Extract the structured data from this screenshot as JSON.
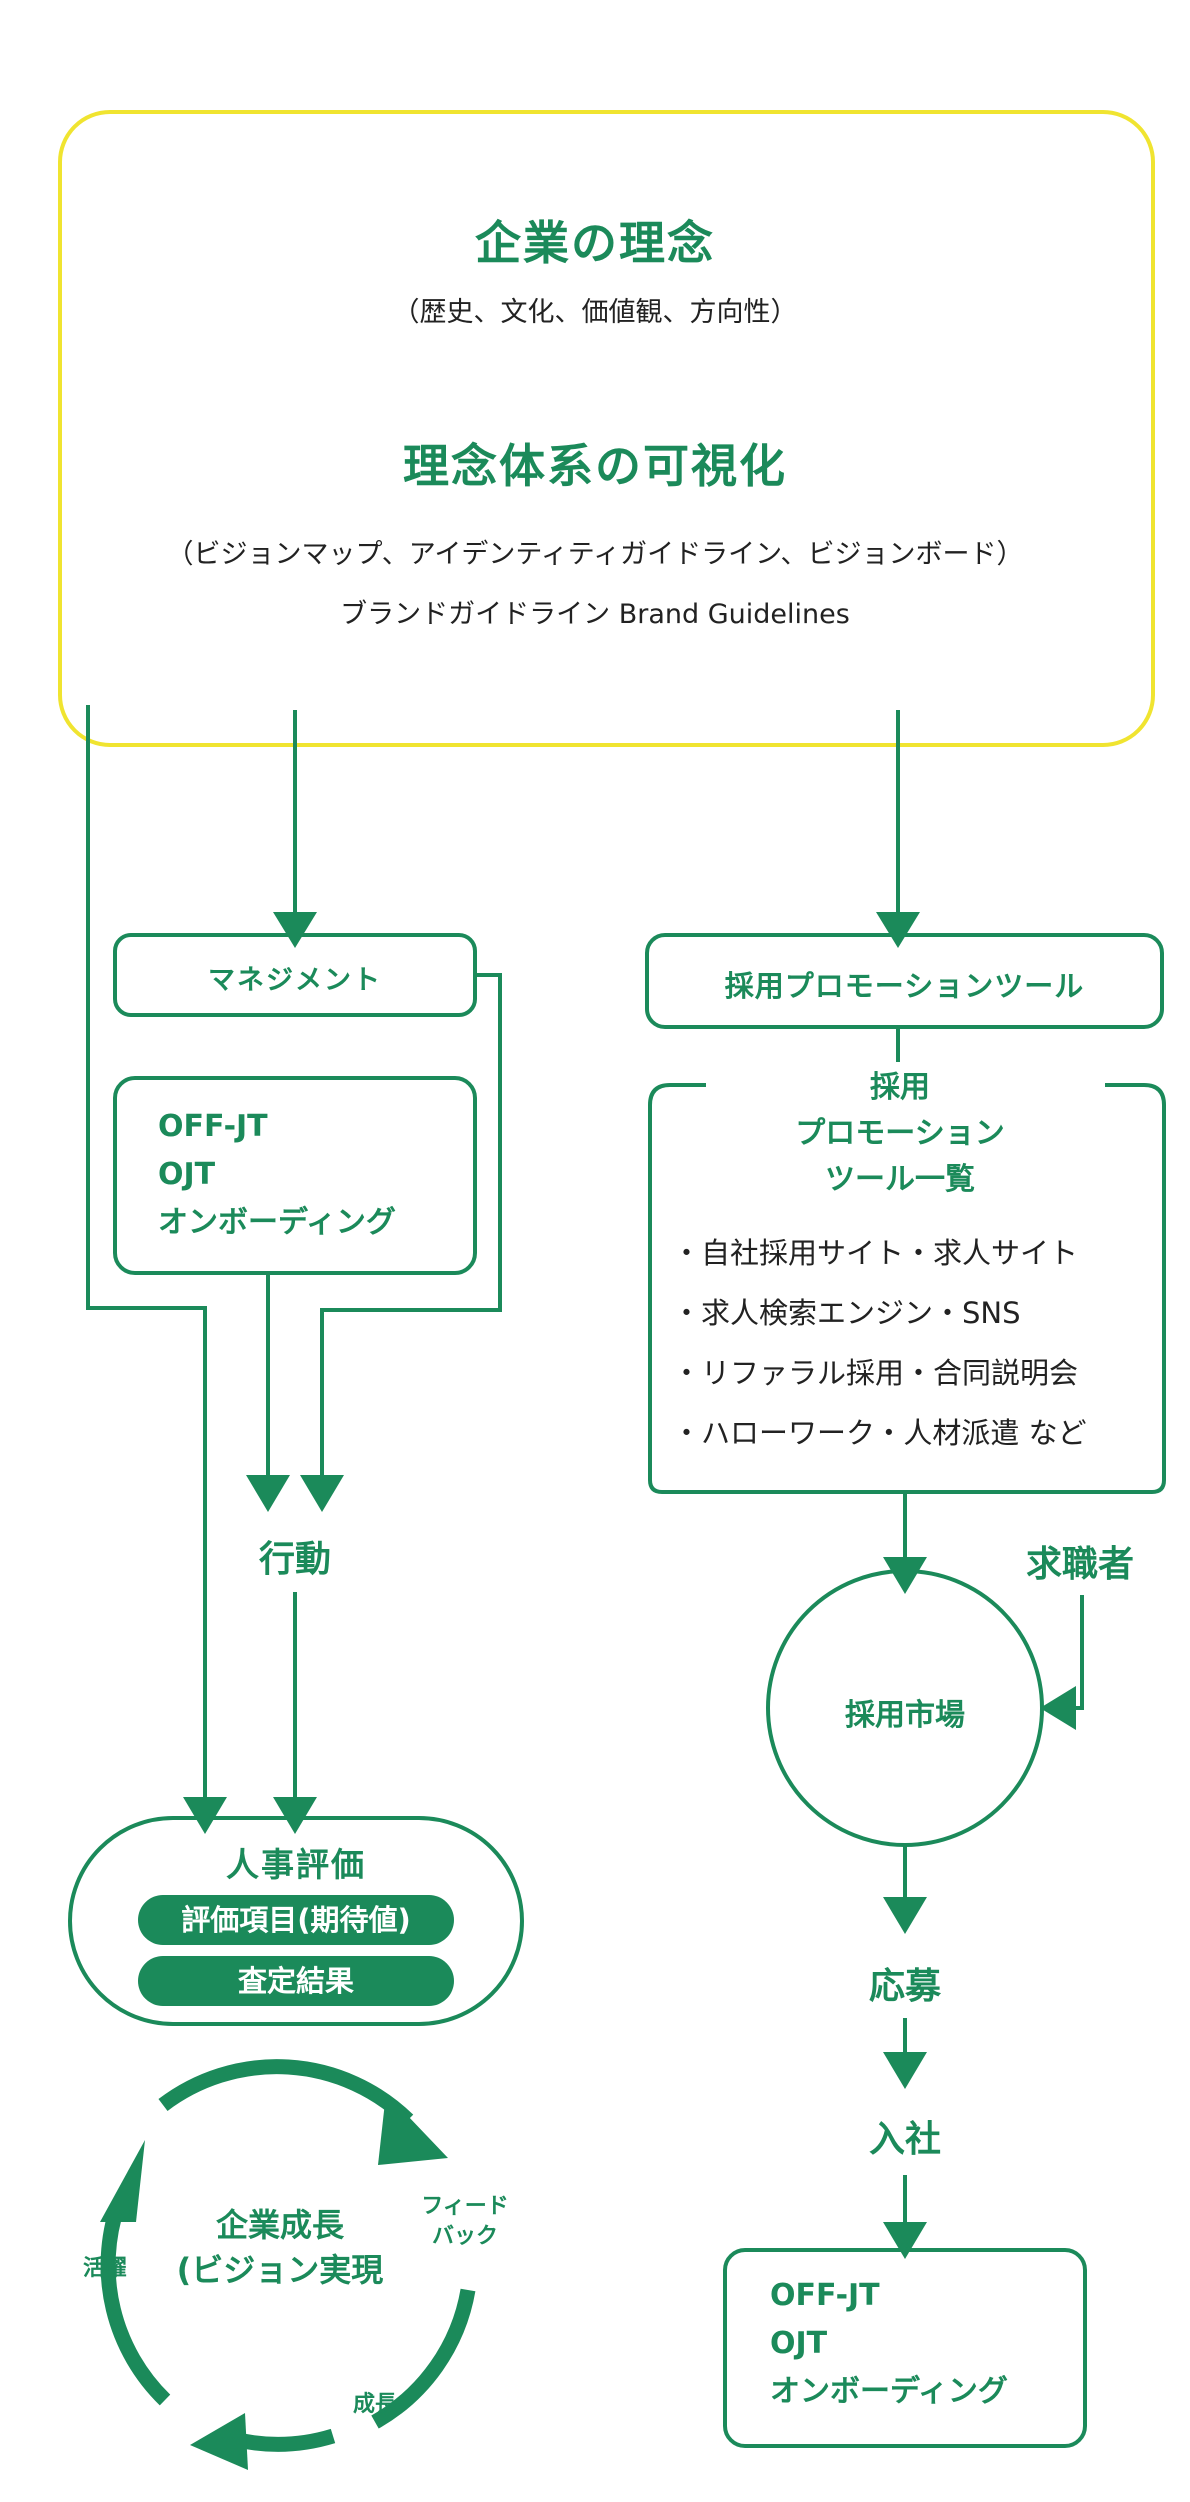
{
  "colors": {
    "accent": "#1b8a5a",
    "frame": "#f0e430"
  },
  "header": {
    "philosophy_title": "企業の理念",
    "philosophy_sub": "（歴史、文化、価値観、方向性）",
    "visual_title": "理念体系の可視化",
    "visual_sub": "（ビジョンマップ、アイデンティティガイドライン、ビジョンボード）",
    "brand_line": "ブランドガイドライン Brand Guidelines"
  },
  "left": {
    "management": "マネジメント",
    "training": [
      "OFF-JT",
      "OJT",
      "オンボーディング"
    ],
    "action": "行動",
    "evaluation": {
      "title": "人事評価",
      "items": [
        "評価項目(期待値)",
        "査定結果"
      ]
    },
    "cycle": {
      "center_line1": "企業成長",
      "center_line2": "(ビジョン実現",
      "feedback_line1": "フィード",
      "feedback_line2": "バック",
      "growth": "成長",
      "active": "活躍"
    }
  },
  "right": {
    "tools_box": "採用プロモーションツール",
    "list_title": [
      "採用",
      "プロモーション",
      "ツール一覧"
    ],
    "list_items": [
      "・自社採用サイト・求人サイト",
      "・求人検索エンジン・SNS",
      "・リファラル採用・合同説明会",
      "・ハローワーク・人材派遣 など"
    ],
    "job_seekers": "求職者",
    "market": "採用市場",
    "apply": "応募",
    "join": "入社",
    "training": [
      "OFF-JT",
      "OJT",
      "オンボーディング"
    ]
  }
}
